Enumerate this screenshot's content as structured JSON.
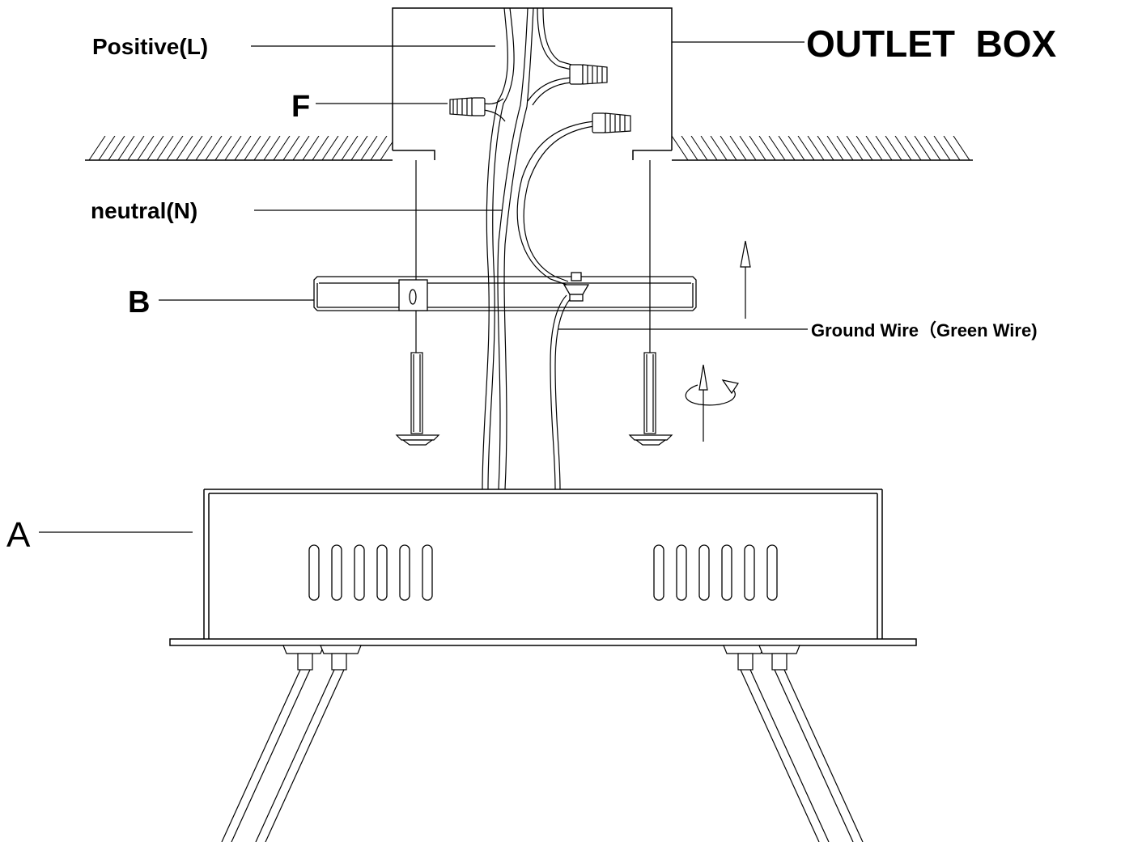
{
  "labels": {
    "positive": "Positive(L)",
    "outlet_box": "OUTLET  BOX",
    "f": "F",
    "neutral": "neutral(N)",
    "b": "B",
    "ground_wire": "Ground Wire（Green Wire)",
    "a": "A"
  }
}
